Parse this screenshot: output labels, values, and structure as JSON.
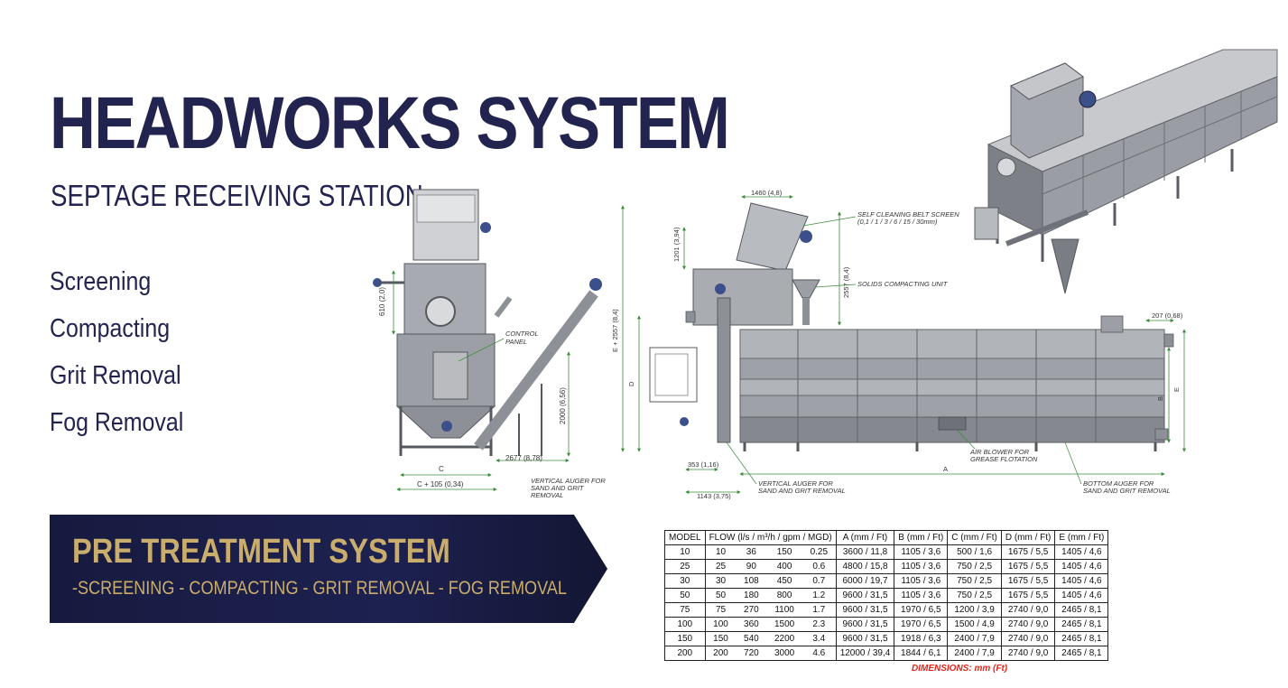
{
  "header": {
    "title": "HEADWORKS SYSTEM",
    "subtitle": "SEPTAGE RECEIVING STATION"
  },
  "features": [
    "Screening",
    "Compacting",
    "Grit Removal",
    "Fog Removal"
  ],
  "banner": {
    "title": "PRE TREATMENT SYSTEM",
    "subtitle": "-SCREENING - COMPACTING - GRIT REMOVAL - FOG REMOVAL"
  },
  "drawing": {
    "side_dims": {
      "d610": "610 (2,0)",
      "d2000": "2000 (6,56)",
      "d2677": "2677 (8,78)",
      "c": "C",
      "c105": "C + 105 (0,34)"
    },
    "side_labels": {
      "control_panel": [
        "CONTROL",
        "PANEL"
      ],
      "vertical_auger": [
        "VERTICAL AUGER FOR",
        "SAND AND GRIT",
        "REMOVAL"
      ]
    },
    "front_dims": {
      "d1460": "1460 (4,8)",
      "d1201": "1201 (3,94)",
      "d2557": "2557 (8,4)",
      "e2557": "E + 2557 (8,4)",
      "d": "D",
      "b": "B",
      "e": "E",
      "a": "A",
      "d207": "207 (0,68)",
      "d353": "353 (1,16)",
      "d1143": "1143 (3,75)"
    },
    "front_labels": {
      "belt_screen": [
        "SELF CLEANING BELT SCREEN",
        "(0,1 / 1 / 3 / 6 / 15 / 30mm)"
      ],
      "solids": [
        "SOLIDS COMPACTING UNIT"
      ],
      "air_blower": [
        "AIR BLOWER FOR",
        "GREASE FLOTATION"
      ],
      "vertical_auger": [
        "VERTICAL AUGER FOR",
        "SAND AND GRIT REMOVAL"
      ],
      "bottom_auger": [
        "BOTTOM AUGER FOR",
        "SAND AND GRIT REMOVAL"
      ]
    }
  },
  "spec_table": {
    "headers": [
      "MODEL",
      "FLOW (l/s  / m³/h  / gpm / MGD)",
      "A (mm / Ft)",
      "B (mm / Ft)",
      "C (mm / Ft)",
      "D (mm / Ft)",
      "E (mm / Ft)"
    ],
    "rows": [
      [
        "10",
        "10",
        "36",
        "150",
        "0.25",
        "3600 / 11,8",
        "1105 / 3,6",
        "500 / 1,6",
        "1675 / 5,5",
        "1405 / 4,6"
      ],
      [
        "25",
        "25",
        "90",
        "400",
        "0.6",
        "4800 / 15,8",
        "1105 / 3,6",
        "750 / 2,5",
        "1675 / 5,5",
        "1405 / 4,6"
      ],
      [
        "30",
        "30",
        "108",
        "450",
        "0.7",
        "6000 / 19,7",
        "1105 / 3,6",
        "750 / 2,5",
        "1675 / 5,5",
        "1405 / 4,6"
      ],
      [
        "50",
        "50",
        "180",
        "800",
        "1.2",
        "9600 / 31,5",
        "1105 / 3,6",
        "750 / 2,5",
        "1675 / 5,5",
        "1405 / 4,6"
      ],
      [
        "75",
        "75",
        "270",
        "1100",
        "1.7",
        "9600 / 31,5",
        "1970 / 6,5",
        "1200 / 3,9",
        "2740 / 9,0",
        "2465 / 8,1"
      ],
      [
        "100",
        "100",
        "360",
        "1500",
        "2.3",
        "9600 / 31,5",
        "1970 / 6,5",
        "1500 / 4,9",
        "2740 / 9,0",
        "2465 / 8,1"
      ],
      [
        "150",
        "150",
        "540",
        "2200",
        "3.4",
        "9600 / 31,5",
        "1918 / 6,3",
        "2400 / 7,9",
        "2740 / 9,0",
        "2465 / 8,1"
      ],
      [
        "200",
        "200",
        "720",
        "3000",
        "4.6",
        "12000 / 39,4",
        "1844 / 6,1",
        "2400 / 7,9",
        "2740 / 9,0",
        "2465 / 8,1"
      ]
    ],
    "note": "DIMENSIONS: mm (Ft)"
  },
  "colors": {
    "navy": "#22244f",
    "gold": "#c9ad6c",
    "dim_green": "#3a8a3a",
    "steel": "#8f939a",
    "red_note": "#e1251b"
  }
}
